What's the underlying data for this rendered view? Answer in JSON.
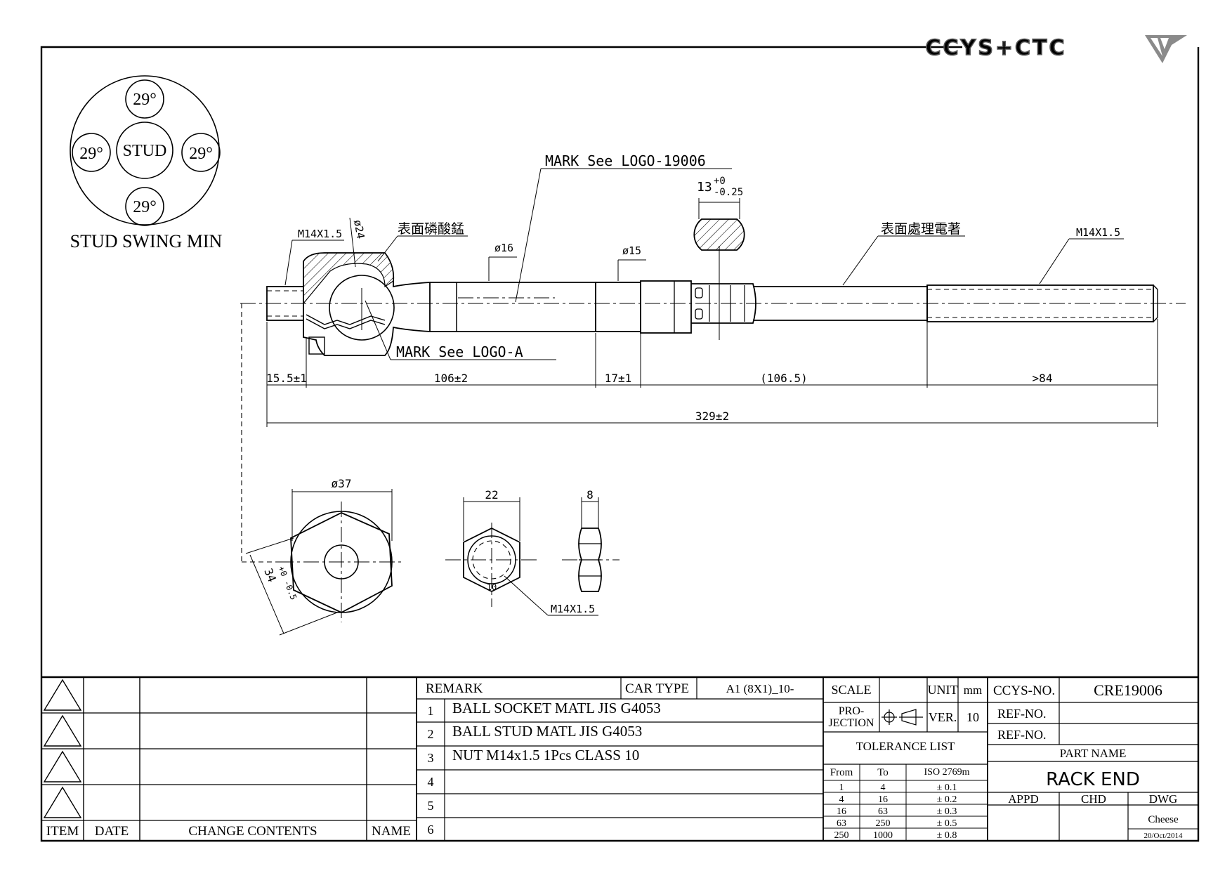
{
  "brand": {
    "logo_text": "CCYS+CTC"
  },
  "swing": {
    "angle_top": "29°",
    "angle_left": "29°",
    "angle_right": "29°",
    "angle_bottom": "29°",
    "center": "STUD",
    "caption": "STUD SWING MIN"
  },
  "annotations": {
    "mark_top": "MARK See LOGO-19006",
    "mark_bottom": "MARK See LOGO-A",
    "surface_left": "表面磷酸錳",
    "surface_right": "表面處理電著",
    "thread_left": "M14X1.5",
    "thread_right": "M14X1.5",
    "thread_nut": "M14X1.5",
    "dia_24": "ø24",
    "dia_16": "ø16",
    "dia_15": "ø15",
    "width_13": "13",
    "width_13_tol_upper": "+0",
    "width_13_tol_lower": "-0.25"
  },
  "dimensions": {
    "d1": "15.5±1",
    "d2": "106±2",
    "d3": "17±1",
    "d4": "(106.5)",
    "d5": ">84",
    "overall": "329±2",
    "hex_dia": "ø37",
    "hex_flats": "34",
    "hex_flats_tol": "+0 -0.5",
    "nut_width": "22",
    "nut_thick": "8",
    "nut_class": "10"
  },
  "revision_table": {
    "headers": {
      "item": "ITEM",
      "date": "DATE",
      "contents": "CHANGE CONTENTS",
      "name": "NAME"
    }
  },
  "remarks": {
    "header": "REMARK",
    "car_type_label": "CAR TYPE",
    "car_type_value": "A1 (8X1)_10-",
    "rows": [
      {
        "no": "1",
        "text": "BALL SOCKET MATL JIS G4053"
      },
      {
        "no": "2",
        "text": "BALL STUD MATL JIS G4053"
      },
      {
        "no": "3",
        "text": "NUT M14x1.5 1Pcs CLASS 10"
      },
      {
        "no": "4",
        "text": ""
      },
      {
        "no": "5",
        "text": ""
      },
      {
        "no": "6",
        "text": ""
      }
    ]
  },
  "title_block": {
    "scale_label": "SCALE",
    "unit_label": "UNIT",
    "unit_value": "mm",
    "projection_label_1": "PRO-",
    "projection_label_2": "JECTION",
    "ver_label": "VER.",
    "ver_value": "10",
    "tolerance_title": "TOLERANCE LIST",
    "tol_headers": {
      "from": "From",
      "to": "To",
      "iso": "ISO 2769m"
    },
    "tolerances": [
      {
        "from": "1",
        "to": "4",
        "tol": "± 0.1"
      },
      {
        "from": "4",
        "to": "16",
        "tol": "± 0.2"
      },
      {
        "from": "16",
        "to": "63",
        "tol": "± 0.3"
      },
      {
        "from": "63",
        "to": "250",
        "tol": "± 0.5"
      },
      {
        "from": "250",
        "to": "1000",
        "tol": "± 0.8"
      }
    ],
    "ccys_no_label": "CCYS-NO.",
    "ccys_no_value": "CRE19006",
    "ref_no_label_1": "REF-NO.",
    "ref_no_label_2": "REF-NO.",
    "part_name_label": "PART NAME",
    "part_name_value": "RACK END",
    "appd_label": "APPD",
    "chd_label": "CHD",
    "dwg_label": "DWG",
    "dwg_name": "Cheese",
    "dwg_date": "20/Oct/2014"
  }
}
